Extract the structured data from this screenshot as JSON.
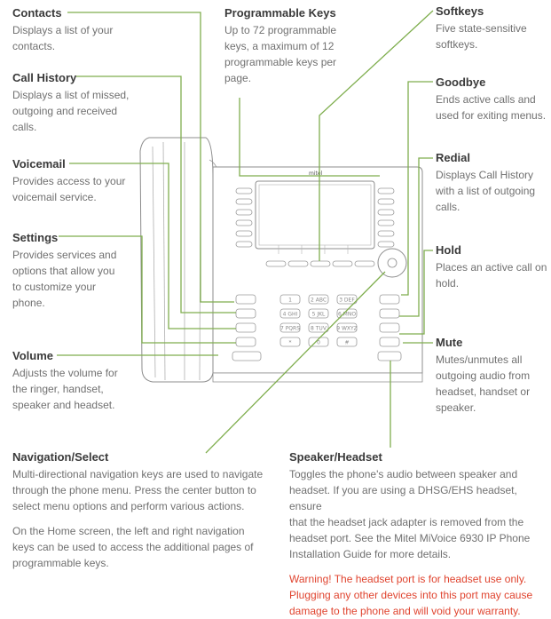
{
  "contacts": {
    "title": "Contacts",
    "desc": [
      "Displays a list of your",
      "contacts."
    ]
  },
  "call_history": {
    "title": "Call History",
    "desc": [
      "Displays a list of missed,",
      "outgoing and received",
      "calls."
    ]
  },
  "voicemail": {
    "title": "Voicemail",
    "desc": [
      "Provides access to your",
      "voicemail service."
    ]
  },
  "settings": {
    "title": "Settings",
    "desc": [
      "Provides services and",
      "options that allow you",
      "to customize your",
      "phone."
    ]
  },
  "volume": {
    "title": "Volume",
    "desc": [
      "Adjusts the volume for",
      "the ringer, handset,",
      "speaker and headset."
    ]
  },
  "programmable_keys": {
    "title": "Programmable Keys",
    "desc": [
      "Up to 72 programmable",
      "keys, a maximum of 12",
      "programmable keys per",
      "page."
    ]
  },
  "softkeys": {
    "title": "Softkeys",
    "desc": [
      "Five state-sensitive",
      "softkeys."
    ]
  },
  "goodbye": {
    "title": "Goodbye",
    "desc": [
      "Ends active calls and",
      "used for exiting menus."
    ]
  },
  "redial": {
    "title": "Redial",
    "desc": [
      "Displays Call History",
      "with a list of outgoing",
      "calls."
    ]
  },
  "hold": {
    "title": "Hold",
    "desc": [
      "Places an active call on",
      "hold."
    ]
  },
  "mute": {
    "title": "Mute",
    "desc": [
      "Mutes/unmutes all",
      "outgoing audio from",
      "headset, handset or",
      "speaker."
    ]
  },
  "navigation": {
    "title": "Navigation/Select",
    "desc": [
      "Multi-directional navigation keys are used to navigate",
      "through the phone menu. Press the center button to",
      "select menu options and perform various actions."
    ],
    "desc2": [
      "On the Home screen, the left and right navigation",
      "keys can be used to access the additional pages of",
      "programmable keys."
    ]
  },
  "speaker_headset": {
    "title": "Speaker/Headset",
    "desc": [
      "Toggles the phone's audio between speaker and",
      "headset. If you are using a DHSG/EHS headset, ensure",
      "that the headset jack adapter is removed from the",
      "headset port. See the Mitel MiVoice 6930 IP Phone",
      "Installation Guide for more details."
    ],
    "warning": [
      "Warning! The headset port is for headset use only.",
      "Plugging any other devices into this port may cause",
      "damage to the phone and will void your warranty."
    ]
  },
  "keypad": {
    "keys": [
      "1",
      "2 ABC",
      "3 DEF",
      "4 GHI",
      "5 JKL",
      "6 MNO",
      "7 PQRS",
      "8 TUV",
      "9 WXYZ",
      "*",
      "0",
      "#"
    ]
  },
  "colors": {
    "leader": "#7fae4e",
    "warning": "#e0442f"
  }
}
